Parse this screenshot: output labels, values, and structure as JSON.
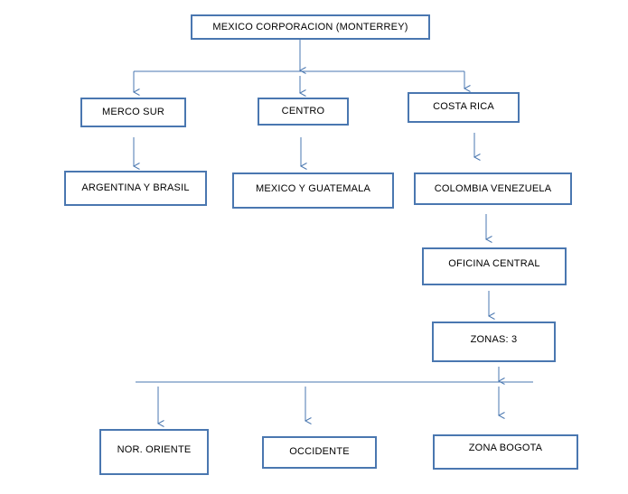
{
  "diagram": {
    "colors": {
      "box_border": "#4a77b0",
      "connector": "#4a77b0",
      "text": "#000000",
      "background": "#ffffff"
    },
    "nodes": {
      "root": "MEXICO CORPORACION (MONTERREY)",
      "merco_sur": "MERCO SUR",
      "centro": "CENTRO",
      "costa_rica": "COSTA RICA",
      "argentina_brasil": "ARGENTINA  Y BRASIL",
      "mexico_guatemala": "MEXICO Y GUATEMALA",
      "colombia_venezuela": "COLOMBIA VENEZUELA",
      "oficina_central": "OFICINA CENTRAL",
      "zonas": "ZONAS: 3",
      "nor_oriente": "NOR. ORIENTE",
      "occidente": "OCCIDENTE",
      "zona_bogota": "ZONA BOGOTA"
    },
    "edges": [
      [
        "root",
        "merco_sur"
      ],
      [
        "root",
        "centro"
      ],
      [
        "root",
        "costa_rica"
      ],
      [
        "merco_sur",
        "argentina_brasil"
      ],
      [
        "centro",
        "mexico_guatemala"
      ],
      [
        "costa_rica",
        "colombia_venezuela"
      ],
      [
        "colombia_venezuela",
        "oficina_central"
      ],
      [
        "oficina_central",
        "zonas"
      ],
      [
        "zonas",
        "nor_oriente"
      ],
      [
        "zonas",
        "occidente"
      ],
      [
        "zonas",
        "zona_bogota"
      ]
    ]
  }
}
